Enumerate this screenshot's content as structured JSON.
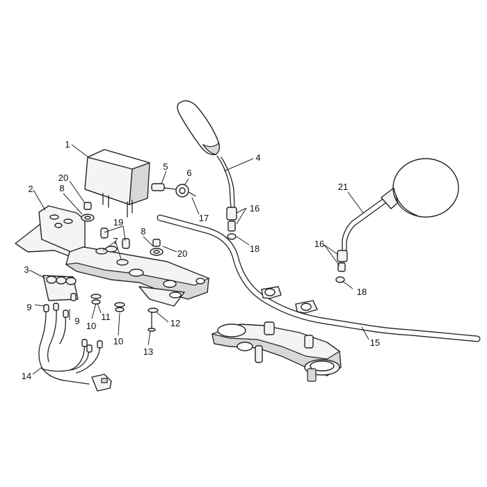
{
  "callouts": {
    "c1": "1",
    "c2": "2",
    "c3": "3",
    "c4": "4",
    "c5": "5",
    "c6": "6",
    "c7": "7",
    "c8a": "8",
    "c8b": "8",
    "c9a": "9",
    "c9b": "9",
    "c10a": "10",
    "c10b": "10",
    "c11": "11",
    "c12": "12",
    "c13": "13",
    "c14": "14",
    "c15": "15",
    "c16a": "16",
    "c16b": "16",
    "c17": "17",
    "c18a": "18",
    "c18b": "18",
    "c19": "19",
    "c20a": "20",
    "c20b": "20",
    "c21": "21"
  }
}
